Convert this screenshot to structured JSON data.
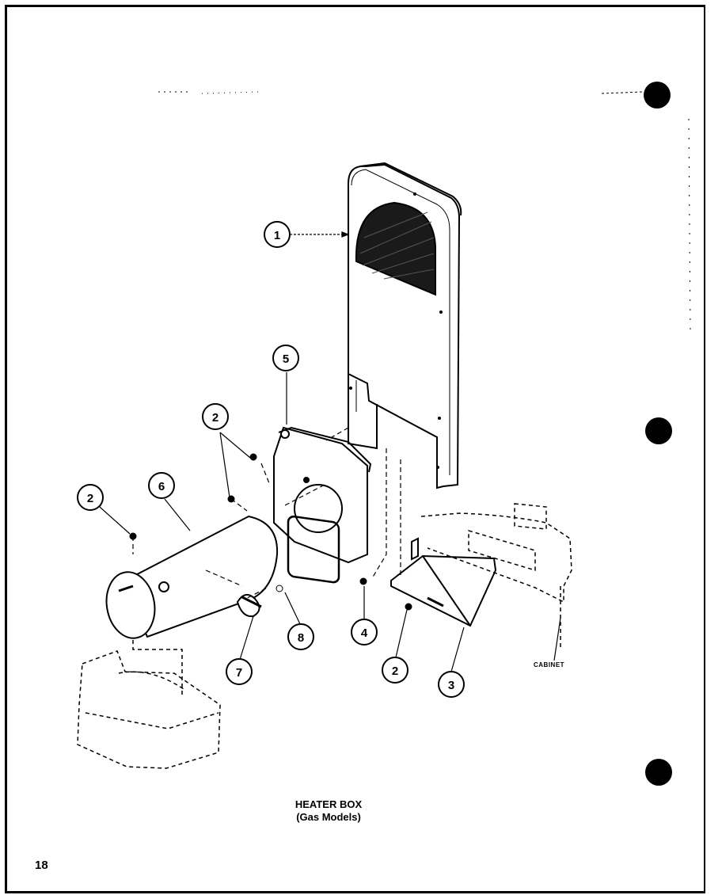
{
  "caption": {
    "title": "HEATER BOX",
    "subtitle": "(Gas Models)"
  },
  "page_number": "18",
  "cabinet_label": "CABINET",
  "callouts": [
    {
      "id": "c1",
      "label": "1"
    },
    {
      "id": "c2a",
      "label": "2"
    },
    {
      "id": "c2b",
      "label": "2"
    },
    {
      "id": "c2c",
      "label": "2"
    },
    {
      "id": "c3",
      "label": "3"
    },
    {
      "id": "c4",
      "label": "4"
    },
    {
      "id": "c5",
      "label": "5"
    },
    {
      "id": "c6",
      "label": "6"
    },
    {
      "id": "c7",
      "label": "7"
    },
    {
      "id": "c8",
      "label": "8"
    }
  ]
}
